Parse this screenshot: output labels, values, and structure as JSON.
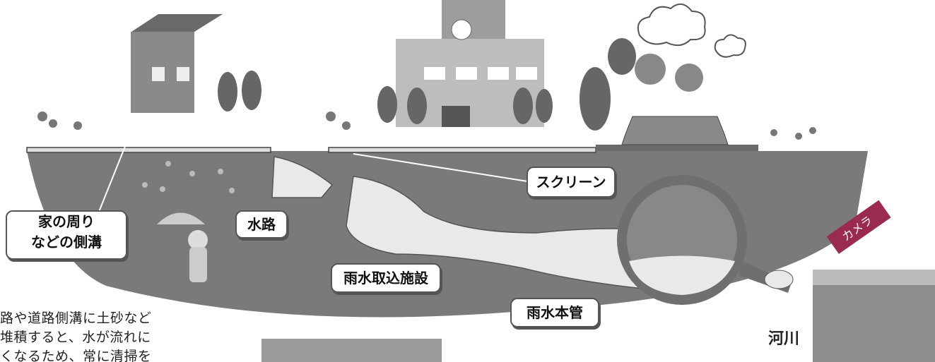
{
  "labels": {
    "side_ditch": [
      "家の周り",
      "などの側溝"
    ],
    "channel": "水路",
    "screen": "スクリーン",
    "intake": "雨水取込施設",
    "main_pipe": "雨水本管",
    "river": "河川",
    "camera": "カメラ"
  },
  "body_text": [
    "路や道路側溝に土砂など",
    "堆積すると、水が流れに",
    "くなるため、常に清掃を"
  ],
  "colors": {
    "ground": "#7a7a7a",
    "water": "#e9e9e9",
    "pipe": "#6f6f6f",
    "tag": "#9a2b4e"
  }
}
